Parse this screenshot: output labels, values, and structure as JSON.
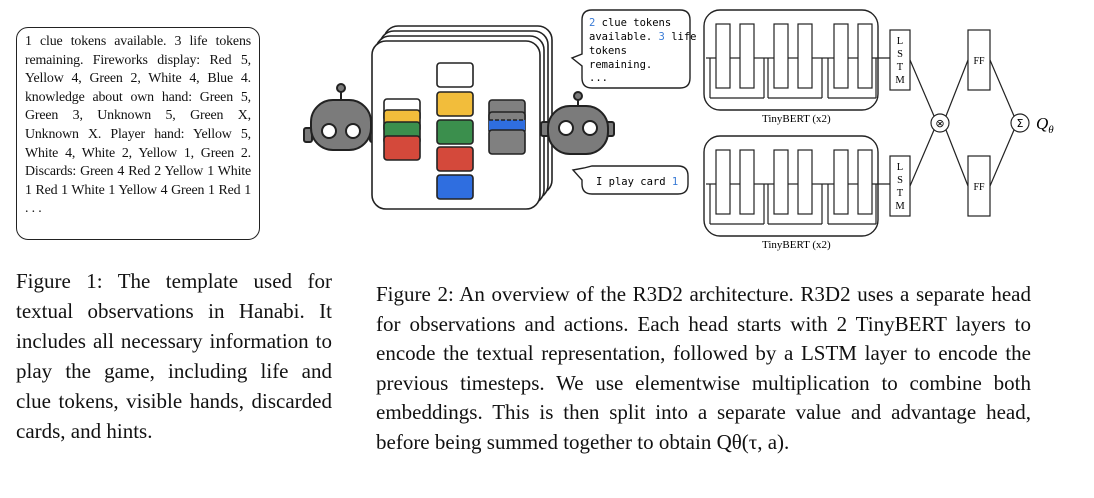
{
  "figure1": {
    "observation_text": "1 clue tokens available. 3 life tokens remaining. Fireworks display: Red 5, Yellow 4, Green 2, White 4, Blue 4. knowledge about own hand: Green 5, Green 3, Unknown 5, Green X, Unknown X. Player hand: Yellow 5, White 4, White 2, Yellow 1, Green 2. Discards: Green 4 Red 2 Yellow 1 White 1 Red 1 White 1 Yellow 4 Green 1 Red 1 . . .",
    "caption": "Figure 1: The template used for textual observations in Hanabi. It includes all necessary information to play the game, including life and clue tokens, visible hands, discarded cards, and hints."
  },
  "figure2": {
    "speech_top": {
      "line1_num": "2",
      "line1_rest": " clue tokens",
      "line2_a": "available. ",
      "line2_num": "3",
      "line2_b": " life",
      "line3": "tokens",
      "line4": "remaining.",
      "line5": "..."
    },
    "speech_bottom": {
      "text": "I play card ",
      "num": "1"
    },
    "tinybert_top": "TinyBERT (x2)",
    "tinybert_bottom": "TinyBERT (x2)",
    "lstm_letters": [
      "L",
      "S",
      "T",
      "M"
    ],
    "ff_label": "FF",
    "mult_symbol": "⊗",
    "sum_symbol": "Σ",
    "q_label": "Q",
    "q_sub": "θ",
    "caption": "Figure 2: An overview of the R3D2 architecture. R3D2 uses a separate head for observations and actions. Each head starts with 2 TinyBERT layers to encode the textual representation, followed by a LSTM layer to encode the previous timesteps. We use elementwise multiplication to combine both embeddings. This is then split into a separate value and advantage head, before being summed together to obtain Qθ(τ, a)."
  },
  "colors": {
    "red": "#d4493b",
    "yellow": "#f2bd3b",
    "green": "#3b8f4d",
    "blue": "#2f6ee0",
    "gray": "#808080",
    "robot": "#7b7b7b",
    "accent_num": "#3a7bd5"
  }
}
